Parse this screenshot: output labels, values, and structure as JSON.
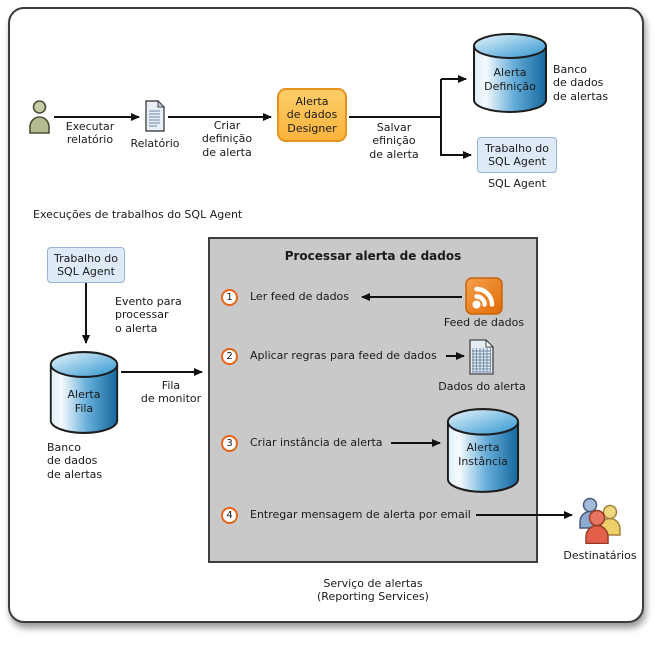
{
  "palette": {
    "designer_box_fill": "#FBBC4A",
    "designer_box_border": "#E8921E",
    "agent_box_fill": "#DEEAF8",
    "agent_box_border": "#94B4DA",
    "panel_fill": "#C9C9C9",
    "panel_border": "#3F3F3F",
    "step_ring_orange": "#E8641B",
    "cylinder_blue": "#1B6EA6",
    "rss_orange": "#E87514",
    "arrow": "#111111"
  },
  "top_flow": {
    "run_report_label": "Executar\nrelatório",
    "report_caption": "Relatório",
    "create_definition_label": "Criar\ndefinição\nde alerta",
    "designer_box_label": "Alerta\nde dados\nDesigner",
    "save_definition_label": "Salvar\nefinição\nde alerta",
    "definition_db_label": "Alerta\nDefinição",
    "definition_db_caption": "Banco\nde dados\nde alertas",
    "agent_job_box_label": "Trabalho do\nSQL Agent",
    "agent_caption": "SQL Agent"
  },
  "jobs_section": {
    "heading": "Execuções de trabalhos do SQL Agent",
    "agent_job_box_label": "Trabalho do\nSQL Agent",
    "event_label": "Evento para\nprocessar\no alerta",
    "queue_db_label": "Alerta\nFila",
    "queue_db_caption": "Banco\nde dados\nde alertas",
    "queue_monitor_label": "Fila\nde monitor"
  },
  "process_panel": {
    "title": "Processar alerta de dados",
    "steps": [
      {
        "num": "1",
        "text": "Ler feed de dados"
      },
      {
        "num": "2",
        "text": "Aplicar regras para feed de dados"
      },
      {
        "num": "3",
        "text": "Criar instância de alerta"
      },
      {
        "num": "4",
        "text": "Entregar mensagem de alerta por email"
      }
    ],
    "feed_caption": "Feed de dados",
    "alert_data_caption": "Dados do alerta",
    "instance_db_label": "Alerta\nInstância",
    "service_caption": "Serviço de alertas\n(Reporting Services)"
  },
  "recipients_caption": "Destinatários",
  "icons": [
    "user-icon",
    "report-icon",
    "rss-feed-icon",
    "alert-data-table-icon",
    "database-cylinder-icon",
    "recipients-icon"
  ]
}
